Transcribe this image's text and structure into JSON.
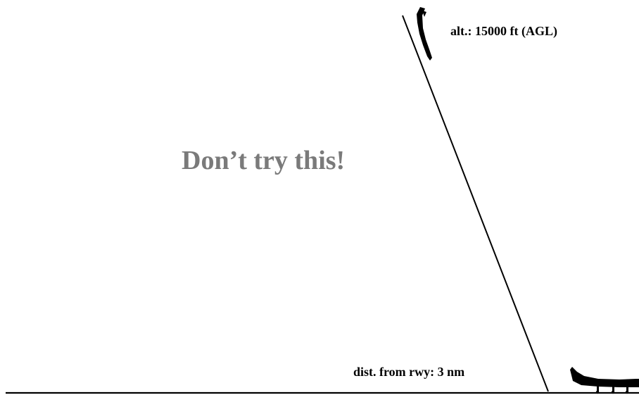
{
  "warning": {
    "text": "Don’t try this!",
    "color": "#7a7a7a"
  },
  "altitude_label": "alt.: 15000 ft (AGL)",
  "distance_label": "dist. from rwy: 3 nm",
  "colors": {
    "ink": "#000000",
    "background": "#ffffff"
  },
  "icons": {
    "descending_aircraft": "airplane-nose-down-silhouette-icon",
    "runway_aircraft": "airplane-on-ground-silhouette-icon"
  }
}
